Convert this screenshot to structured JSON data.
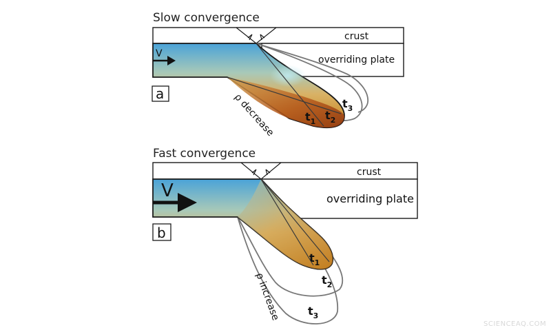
{
  "panel_a": {
    "title": "Slow convergence",
    "letter": "a",
    "velocity_label": "V",
    "crust_label": "crust",
    "plate_label": "overriding plate",
    "density_label": "ρ decrease",
    "time_labels": [
      {
        "base": "t",
        "sub": "1"
      },
      {
        "base": "t",
        "sub": "2"
      },
      {
        "base": "t",
        "sub": "3"
      }
    ]
  },
  "panel_b": {
    "title": "Fast convergence",
    "letter": "b",
    "velocity_label": "V",
    "crust_label": "crust",
    "plate_label": "overriding plate",
    "density_label": "ρ increase",
    "time_labels": [
      {
        "base": "t",
        "sub": "1"
      },
      {
        "base": "t",
        "sub": "2"
      },
      {
        "base": "t",
        "sub": "3"
      }
    ]
  },
  "watermark": "SCIENCEAQ.COM",
  "colors": {
    "slab_top": "#5aa9d6",
    "slab_mid": "#c9a86a",
    "slab_bottom": "#c8861f",
    "slab_tip_dark": "#a34a16",
    "outline": "#1a1a1a",
    "ghost_outline": "#777777"
  }
}
